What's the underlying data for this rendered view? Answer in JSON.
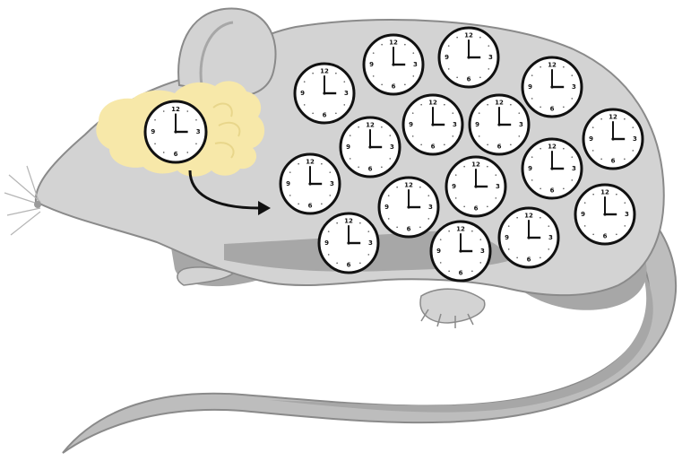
{
  "colors": {
    "body": "#d3d3d3",
    "shadow": "#a7a7a7",
    "outline": "#8a8a8a",
    "brain": "#f7e8a9",
    "clock_face": "#ffffff",
    "clock_rim": "#111111",
    "arrow": "#111111",
    "whisker": "#b5b5b5"
  },
  "clock": {
    "numerals": [
      "12",
      "3",
      "6",
      "9"
    ],
    "time": "3:00"
  },
  "clocks": [
    {
      "role": "master",
      "region": "brain"
    },
    {
      "role": "peripheral",
      "region": "body"
    },
    {
      "role": "peripheral",
      "region": "body"
    },
    {
      "role": "peripheral",
      "region": "body"
    },
    {
      "role": "peripheral",
      "region": "body"
    },
    {
      "role": "peripheral",
      "region": "body"
    },
    {
      "role": "peripheral",
      "region": "body"
    },
    {
      "role": "peripheral",
      "region": "body"
    },
    {
      "role": "peripheral",
      "region": "body"
    },
    {
      "role": "peripheral",
      "region": "body"
    },
    {
      "role": "peripheral",
      "region": "body"
    },
    {
      "role": "peripheral",
      "region": "body"
    },
    {
      "role": "peripheral",
      "region": "body"
    },
    {
      "role": "peripheral",
      "region": "body"
    },
    {
      "role": "peripheral",
      "region": "body"
    },
    {
      "role": "peripheral",
      "region": "body"
    },
    {
      "role": "peripheral",
      "region": "body"
    }
  ],
  "icons": [
    "mouse-illustration",
    "brain-shape",
    "clock-icon",
    "arrow-icon"
  ]
}
